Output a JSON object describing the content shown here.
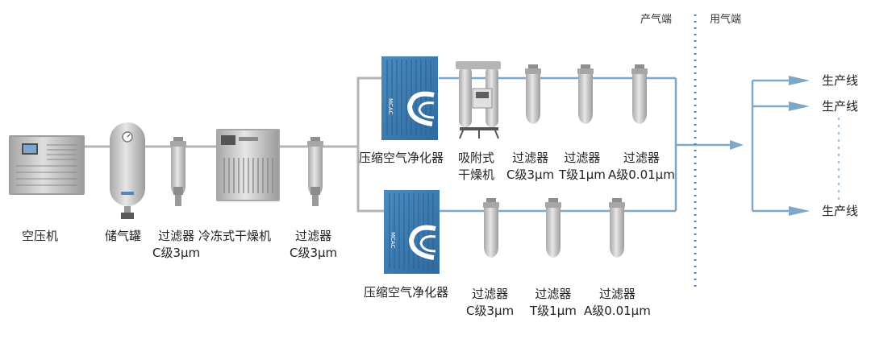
{
  "zones": {
    "supply": "产气端",
    "demand": "用气端"
  },
  "devices": {
    "compressor": "空压机",
    "tank": "储气罐",
    "filter1": [
      "过滤器",
      "C级3μm"
    ],
    "dryer": "冷冻式干燥机",
    "filter2": [
      "过滤器",
      "C级3μm"
    ],
    "purifier_top": "压缩空气净化器",
    "adsorption": [
      "吸附式",
      "干燥机"
    ],
    "top_f1": [
      "过滤器",
      "C级3μm"
    ],
    "top_f2": [
      "过滤器",
      "T级1μm"
    ],
    "top_f3": [
      "过滤器",
      "A级0.01μm"
    ],
    "purifier_bottom": "压缩空气净化器",
    "bot_f1": [
      "过滤器",
      "C级3μm"
    ],
    "bot_f2": [
      "过滤器",
      "T级1μm"
    ],
    "bot_f3": [
      "过滤器",
      "A级0.01μm"
    ]
  },
  "outputs": [
    "生产线",
    "生产线",
    "生产线"
  ],
  "brand": "MCAC",
  "colors": {
    "pipe_gray": "#b4b4b4",
    "pipe_blue": "#7fa7c9",
    "purifier": "#3d7bb0",
    "divider": "#4f86b5"
  }
}
